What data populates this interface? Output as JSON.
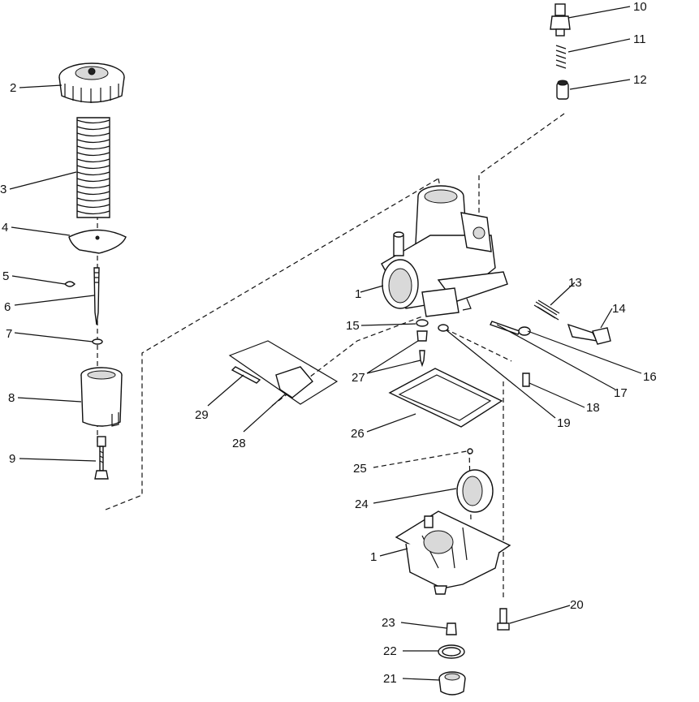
{
  "parts": [
    {
      "id": "1a",
      "number": "1"
    },
    {
      "id": "1b",
      "number": "1"
    },
    {
      "id": "2",
      "number": "2"
    },
    {
      "id": "3",
      "number": "3"
    },
    {
      "id": "4",
      "number": "4"
    },
    {
      "id": "5",
      "number": "5"
    },
    {
      "id": "6",
      "number": "6"
    },
    {
      "id": "7",
      "number": "7"
    },
    {
      "id": "8",
      "number": "8"
    },
    {
      "id": "9",
      "number": "9"
    },
    {
      "id": "10",
      "number": "10"
    },
    {
      "id": "11",
      "number": "11"
    },
    {
      "id": "12",
      "number": "12"
    },
    {
      "id": "13",
      "number": "13"
    },
    {
      "id": "14",
      "number": "14"
    },
    {
      "id": "15",
      "number": "15"
    },
    {
      "id": "16",
      "number": "16"
    },
    {
      "id": "17",
      "number": "17"
    },
    {
      "id": "18",
      "number": "18"
    },
    {
      "id": "19",
      "number": "19"
    },
    {
      "id": "20",
      "number": "20"
    },
    {
      "id": "21",
      "number": "21"
    },
    {
      "id": "22",
      "number": "22"
    },
    {
      "id": "23",
      "number": "23"
    },
    {
      "id": "24",
      "number": "24"
    },
    {
      "id": "25",
      "number": "25"
    },
    {
      "id": "26",
      "number": "26"
    },
    {
      "id": "27",
      "number": "27"
    },
    {
      "id": "28",
      "number": "28"
    },
    {
      "id": "29",
      "number": "29"
    }
  ]
}
